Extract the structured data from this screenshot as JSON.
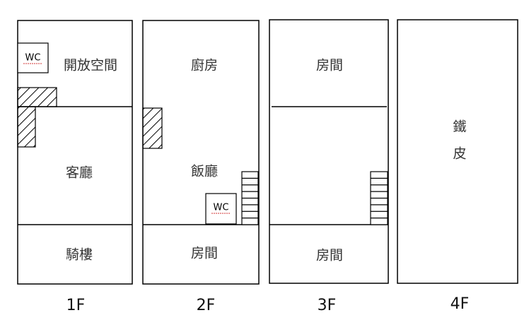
{
  "floors": [
    {
      "label": "1F",
      "rooms": [
        "開放空間",
        "客廳",
        "騎樓"
      ],
      "wc": "WC"
    },
    {
      "label": "2F",
      "rooms": [
        "廚房",
        "飯廳",
        "房間"
      ],
      "wc": "WC"
    },
    {
      "label": "3F",
      "rooms": [
        "房間",
        "房間"
      ]
    },
    {
      "label": "4F",
      "rooms": [
        "鐵",
        "皮"
      ]
    }
  ]
}
